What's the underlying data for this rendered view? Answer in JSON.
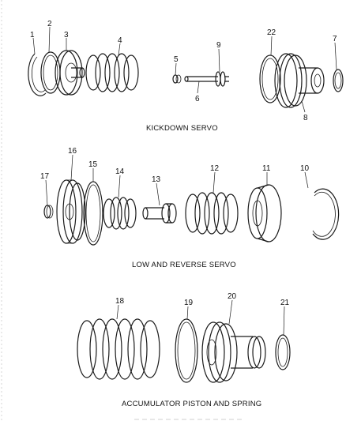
{
  "sections": {
    "kickdown": "KICKDOWN SERVO",
    "low_reverse": "LOW AND REVERSE SERVO",
    "accumulator": "ACCUMULATOR PISTON AND SPRING"
  },
  "callouts": [
    "1",
    "2",
    "3",
    "4",
    "5",
    "6",
    "7",
    "8",
    "9",
    "10",
    "11",
    "12",
    "13",
    "14",
    "15",
    "16",
    "17",
    "18",
    "19",
    "20",
    "21",
    "22"
  ]
}
